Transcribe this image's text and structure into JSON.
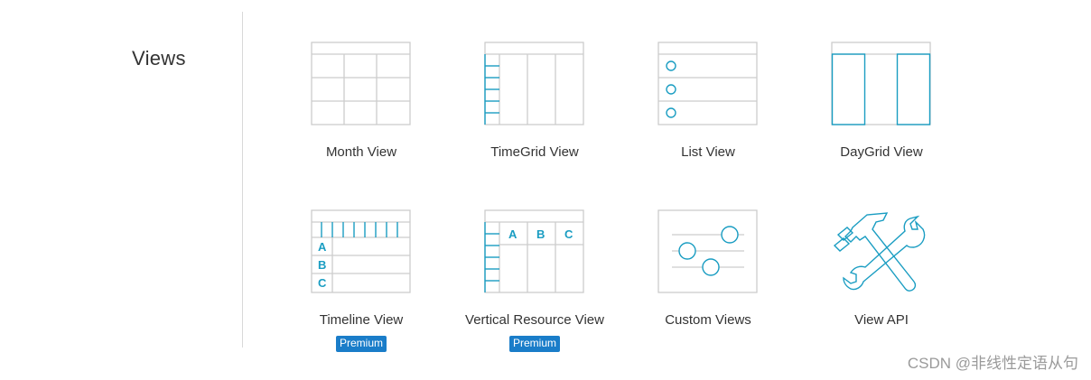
{
  "section": {
    "title": "Views"
  },
  "views": [
    {
      "label": "Month View"
    },
    {
      "label": "TimeGrid View"
    },
    {
      "label": "List View"
    },
    {
      "label": "DayGrid View"
    },
    {
      "label": "Timeline View",
      "badge": "Premium"
    },
    {
      "label": "Vertical Resource View",
      "badge": "Premium"
    },
    {
      "label": "Custom Views"
    },
    {
      "label": "View API"
    }
  ],
  "timeline_rows": [
    "A",
    "B",
    "C"
  ],
  "resource_columns": [
    "A",
    "B",
    "C"
  ],
  "watermark": "CSDN @非线性定语从句",
  "colors": {
    "accent": "#1a9dc2",
    "grid": "#cccccc",
    "badge": "#1a7dc9"
  },
  "icons": [
    "month-grid-icon",
    "timegrid-icon",
    "list-icon",
    "daygrid-icon",
    "timeline-icon",
    "vertical-resource-icon",
    "custom-views-sliders-icon",
    "view-api-tools-icon"
  ]
}
